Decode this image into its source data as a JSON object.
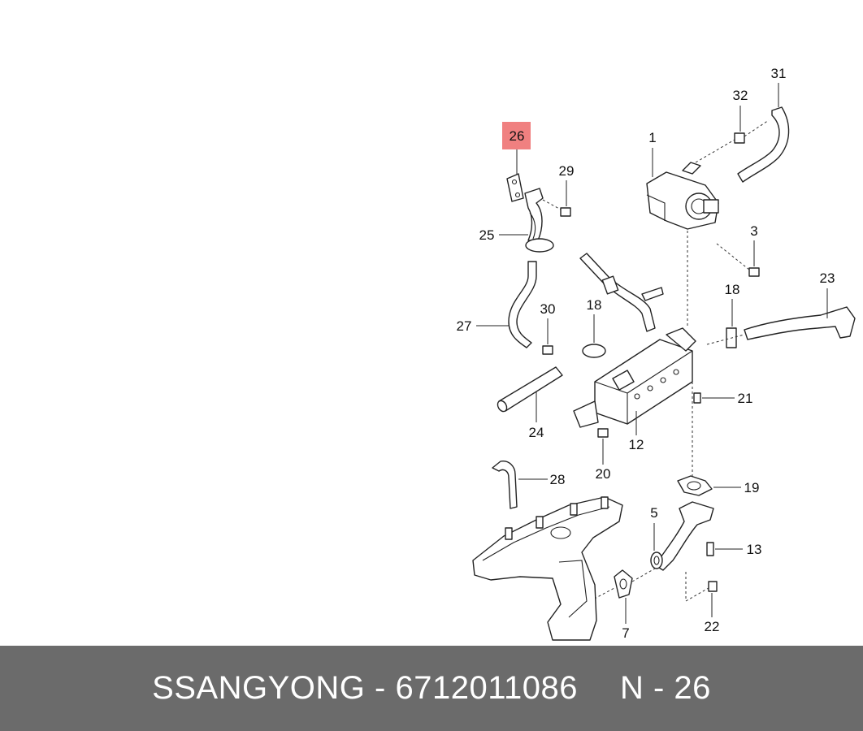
{
  "diagram": {
    "highlight_color": "#f08080",
    "highlighted_part": "26",
    "labels": {
      "p1": "1",
      "p3": "3",
      "p5": "5",
      "p7": "7",
      "p12": "12",
      "p13": "13",
      "p18a": "18",
      "p18b": "18",
      "p19": "19",
      "p20": "20",
      "p21": "21",
      "p22": "22",
      "p23": "23",
      "p24": "24",
      "p25": "25",
      "p26": "26",
      "p27": "27",
      "p28": "28",
      "p29": "29",
      "p30": "30",
      "p31": "31",
      "p32": "32"
    }
  },
  "footer": {
    "brand": "SSANGYONG",
    "separator": "-",
    "part_number": "6712011086",
    "ref": "N - 26",
    "background_color": "#6b6b6b"
  }
}
